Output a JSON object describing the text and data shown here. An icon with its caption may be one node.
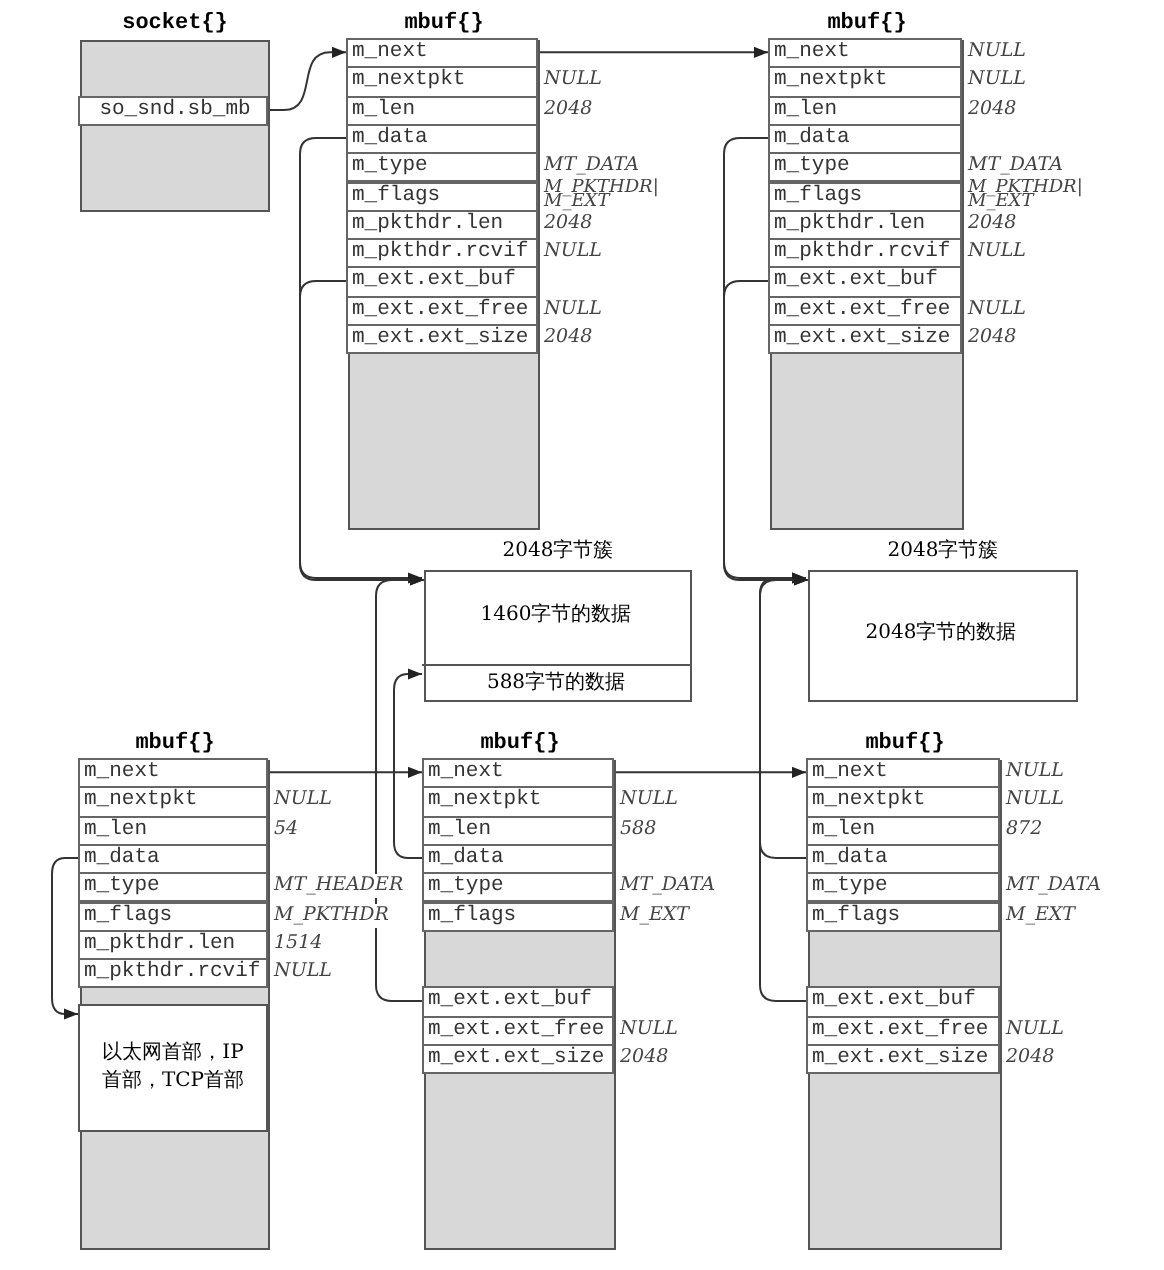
{
  "diagram": {
    "nodes": [
      {
        "text": [
          "socket{}"
        ]
      },
      {
        "text": [
          "so_snd.sb_mb"
        ],
        "in": 0
      },
      {
        "text": [
          "mbuf{}"
        ]
      },
      {
        "text": [
          "m_next"
        ],
        "in": 2
      },
      {
        "text": [
          "m_nextpkt"
        ],
        "beside": [
          "NULL"
        ],
        "in": 2
      },
      {
        "text": [
          "m_len"
        ],
        "beside": [
          "2048"
        ],
        "in": 2
      },
      {
        "text": [
          "m_data"
        ],
        "in": 2
      },
      {
        "text": [
          "m_type"
        ],
        "beside": [
          "MT_DATA"
        ],
        "in": 2
      },
      {
        "text": [
          "m_flags"
        ],
        "beside": [
          "M_PKTHDR| M_EXT"
        ],
        "in": 2
      },
      {
        "text": [
          "m_pkthdr.len"
        ],
        "beside": [
          "2048"
        ],
        "in": 2
      },
      {
        "text": [
          "m_pkthdr.rcvif"
        ],
        "beside": [
          "NULL"
        ],
        "in": 2
      },
      {
        "text": [
          "m_ext.ext_buf"
        ],
        "in": 2
      },
      {
        "text": [
          "m_ext.ext_free"
        ],
        "beside": [
          "NULL"
        ],
        "in": 2
      },
      {
        "text": [
          "m_ext.ext_size"
        ],
        "beside": [
          "2048"
        ],
        "in": 2
      },
      {
        "text": [
          "mbuf{}"
        ]
      },
      {
        "text": [
          "m_next"
        ],
        "beside": [
          "NULL"
        ],
        "in": 14
      },
      {
        "text": [
          "m_nextpkt"
        ],
        "beside": [
          "NULL"
        ],
        "in": 14
      },
      {
        "text": [
          "m_len"
        ],
        "beside": [
          "2048"
        ],
        "in": 14
      },
      {
        "text": [
          "m_data"
        ],
        "in": 14
      },
      {
        "text": [
          "m_type"
        ],
        "beside": [
          "MT_DATA"
        ],
        "in": 14
      },
      {
        "text": [
          "m_flags"
        ],
        "beside": [
          "M_PKTHDR| M_EXT"
        ],
        "in": 14
      },
      {
        "text": [
          "m_pkthdr.len"
        ],
        "beside": [
          "2048"
        ],
        "in": 14
      },
      {
        "text": [
          "m_pkthdr.rcvif"
        ],
        "beside": [
          "NULL"
        ],
        "in": 14
      },
      {
        "text": [
          "m_ext.ext_buf"
        ],
        "in": 14
      },
      {
        "text": [
          "m_ext.ext_free"
        ],
        "beside": [
          "NULL"
        ],
        "in": 14
      },
      {
        "text": [
          "m_ext.ext_size"
        ],
        "beside": [
          "2048"
        ],
        "in": 14
      },
      {
        "text": [
          "2048字节簇"
        ]
      },
      {
        "text": [
          "1460字节的数据"
        ],
        "in": 26
      },
      {
        "text": [
          "588字节的数据"
        ],
        "in": 26
      },
      {
        "text": [
          "2048字节簇"
        ]
      },
      {
        "text": [
          "2048字节的数据"
        ],
        "in": 29
      },
      {
        "text": [
          "mbuf{}"
        ]
      },
      {
        "text": [
          "m_next"
        ],
        "in": 31
      },
      {
        "text": [
          "m_nextpkt"
        ],
        "beside": [
          "NULL"
        ],
        "in": 31
      },
      {
        "text": [
          "m_len"
        ],
        "beside": [
          "54"
        ],
        "in": 31
      },
      {
        "text": [
          "m_data"
        ],
        "in": 31
      },
      {
        "text": [
          "m_type"
        ],
        "beside": [
          "MT_HEADER"
        ],
        "in": 31
      },
      {
        "text": [
          "m_flags"
        ],
        "beside": [
          "M_PKTHDR"
        ],
        "in": 31
      },
      {
        "text": [
          "m_pkthdr.len"
        ],
        "beside": [
          "1514"
        ],
        "in": 31
      },
      {
        "text": [
          "m_pkthdr.rcvif"
        ],
        "beside": [
          "NULL"
        ],
        "in": 31
      },
      {
        "text": [
          "以太网首部，IP首部，TCP首部"
        ],
        "in": 31
      },
      {
        "text": [
          "mbuf{}"
        ]
      },
      {
        "text": [
          "m_next"
        ],
        "in": 41
      },
      {
        "text": [
          "m_nextpkt"
        ],
        "beside": [
          "NULL"
        ],
        "in": 41
      },
      {
        "text": [
          "m_len"
        ],
        "beside": [
          "588"
        ],
        "in": 41
      },
      {
        "text": [
          "m_data"
        ],
        "in": 41
      },
      {
        "text": [
          "m_type"
        ],
        "beside": [
          "MT_DATA"
        ],
        "in": 41
      },
      {
        "text": [
          "m_flags"
        ],
        "beside": [
          "M_EXT"
        ],
        "in": 41
      },
      {
        "text": [
          "m_ext.ext_buf"
        ],
        "in": 41
      },
      {
        "text": [
          "m_ext.ext_free"
        ],
        "beside": [
          "NULL"
        ],
        "in": 41
      },
      {
        "text": [
          "m_ext.ext_size"
        ],
        "beside": [
          "2048"
        ],
        "in": 41
      },
      {
        "text": [
          "mbuf{}"
        ]
      },
      {
        "text": [
          "m_next"
        ],
        "beside": [
          "NULL"
        ],
        "in": 51
      },
      {
        "text": [
          "m_nextpkt"
        ],
        "beside": [
          "NULL"
        ],
        "in": 51
      },
      {
        "text": [
          "m_len"
        ],
        "beside": [
          "872"
        ],
        "in": 51
      },
      {
        "text": [
          "m_data"
        ],
        "in": 51
      },
      {
        "text": [
          "m_type"
        ],
        "beside": [
          "MT_DATA"
        ],
        "in": 51
      },
      {
        "text": [
          "m_flags"
        ],
        "beside": [
          "M_EXT"
        ],
        "in": 51
      },
      {
        "text": [
          "m_ext.ext_buf"
        ],
        "in": 51
      },
      {
        "text": [
          "m_ext.ext_free"
        ],
        "beside": [
          "NULL"
        ],
        "in": 51
      },
      {
        "text": [
          "m_ext.ext_size"
        ],
        "beside": [
          "2048"
        ],
        "in": 51
      }
    ],
    "edges": [
      {
        "from": 1,
        "to": 3,
        "arrow": "to"
      },
      {
        "from": 3,
        "to": 15,
        "arrow": "to"
      },
      {
        "from": 6,
        "to": 27,
        "arrow": "to"
      },
      {
        "from": 11,
        "to": 26,
        "arrow": "to"
      },
      {
        "from": 18,
        "to": 30,
        "arrow": "to"
      },
      {
        "from": 23,
        "to": 29,
        "arrow": "to"
      },
      {
        "from": 32,
        "to": 42,
        "arrow": "to"
      },
      {
        "from": 35,
        "to": 40,
        "arrow": "to"
      },
      {
        "from": 45,
        "to": 28,
        "arrow": "to"
      },
      {
        "from": 48,
        "to": 26,
        "arrow": "to"
      },
      {
        "from": 42,
        "to": 52,
        "arrow": "to"
      },
      {
        "from": 55,
        "to": 30,
        "arrow": "to"
      },
      {
        "from": 58,
        "to": 29,
        "arrow": "to"
      }
    ]
  }
}
